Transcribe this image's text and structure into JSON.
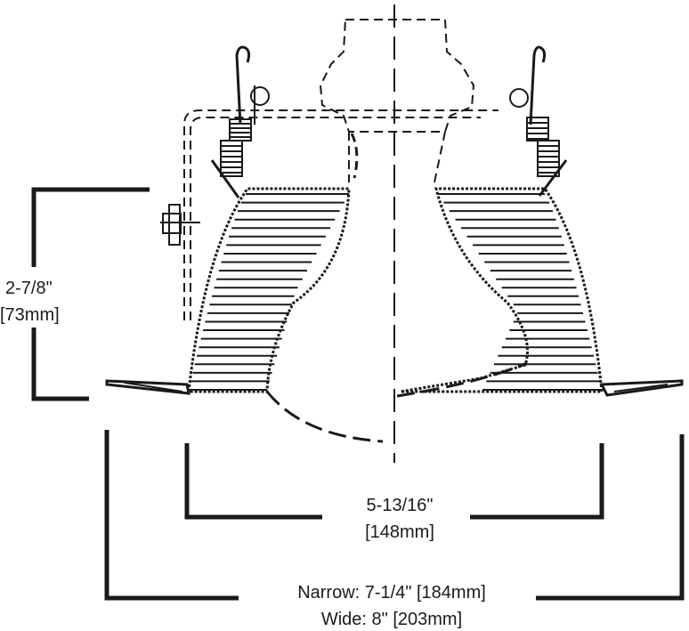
{
  "dimensions": {
    "height": {
      "line1": "2-7/8\"",
      "line2": "[73mm]"
    },
    "aperture": {
      "line1": "5-13/16\"",
      "line2": "[148mm]"
    },
    "trim": {
      "line1": "Narrow: 7-1/4\" [184mm]",
      "line2": "Wide: 8\" [203mm]"
    }
  },
  "colors": {
    "ink": "#1a1a1a",
    "background": "#ffffff"
  }
}
